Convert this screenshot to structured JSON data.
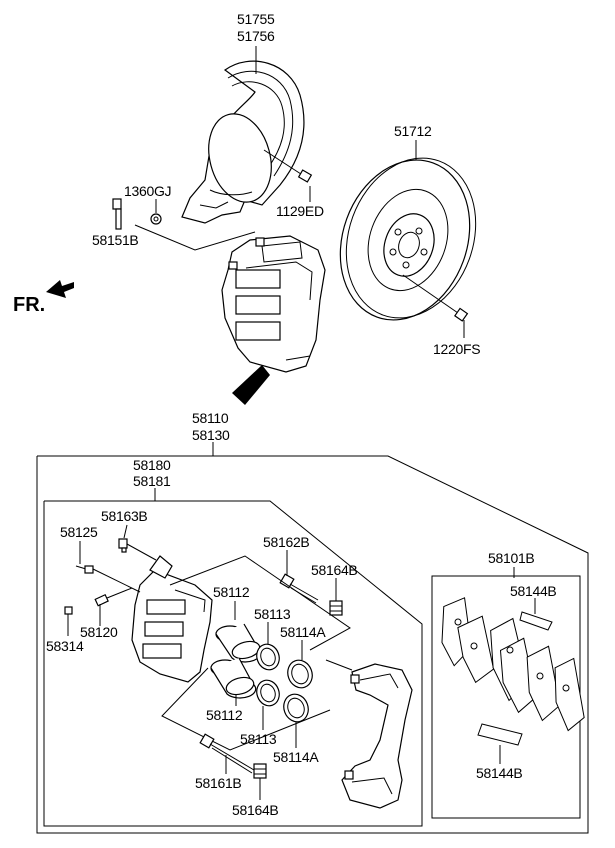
{
  "labels": {
    "shield_a": "51755",
    "shield_b": "51756",
    "disc": "51712",
    "washer": "1360GJ",
    "shield_bolt": "1129ED",
    "mount_bolt": "58151B",
    "disc_screw": "1220FS",
    "front_marker": "FR.",
    "caliper_assy_a": "58110",
    "caliper_assy_b": "58130",
    "caliper_body_a": "58180",
    "caliper_body_b": "58181",
    "bleeder_cap": "58163B",
    "bleeder_screw": "58125",
    "guide_pin_upper": "58162B",
    "boot_upper": "58164B",
    "piston_upper": "58112",
    "seal_upper": "58113",
    "boot_ring_upper": "58114A",
    "bleeder_fitting": "58120",
    "bleeder_plug": "58314",
    "piston_lower": "58112",
    "seal_lower": "58113",
    "boot_ring_lower": "58114A",
    "guide_pin_lower": "58161B",
    "boot_lower": "58164B",
    "pad_kit": "58101B",
    "pad_clip_upper": "58144B",
    "pad_clip_lower": "58144B"
  }
}
